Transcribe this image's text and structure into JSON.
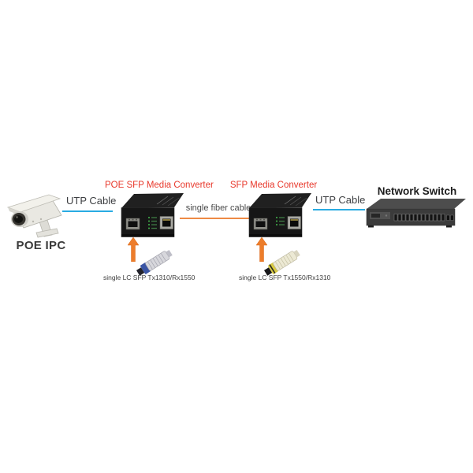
{
  "diagram": {
    "devices": [
      {
        "id": "poe-ipc",
        "label": "POE IPC"
      },
      {
        "id": "poe-sfp-media-converter",
        "title": "POE SFP Media Converter"
      },
      {
        "id": "sfp-media-converter",
        "title": "SFP Media Converter"
      },
      {
        "id": "network-switch",
        "label": "Network Switch"
      }
    ],
    "links": [
      {
        "id": "utp-left",
        "label": "UTP Cable",
        "color": "#29abe2"
      },
      {
        "id": "single-fiber",
        "label": "single fiber cable",
        "color": "#ee8a45"
      },
      {
        "id": "utp-right",
        "label": "UTP Cable",
        "color": "#29abe2"
      }
    ],
    "modules": [
      {
        "id": "sfp-module-left",
        "label": "single LC SFP Tx1310/Rx1550"
      },
      {
        "id": "sfp-module-right",
        "label": "single LC SFP Tx1550/Rx1310"
      }
    ]
  },
  "colors": {
    "title_red": "#e8382b",
    "utp_line_blue": "#29abe2",
    "fiber_line_orange": "#ee8a45",
    "arrow_orange": "#ed7d2b",
    "text_dark": "#3c3c3c"
  }
}
